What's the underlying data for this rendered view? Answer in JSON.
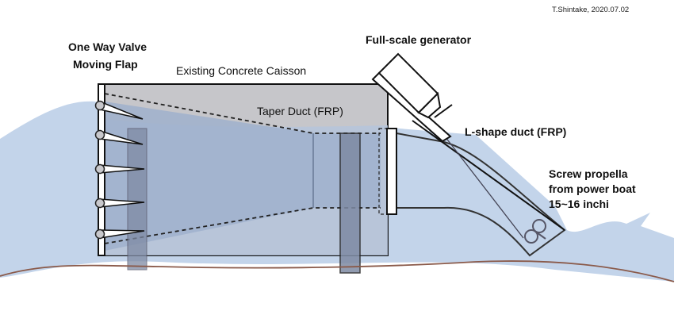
{
  "credit": "T.Shintake, 2020.07.02",
  "labels": {
    "valve_line1": "One Way Valve",
    "valve_line2": "Moving Flap",
    "caisson": "Existing Concrete Caisson",
    "taper_duct": "Taper Duct (FRP)",
    "generator": "Full-scale generator",
    "l_duct": "L-shape duct (FRP)",
    "propeller_line1": "Screw propella",
    "propeller_line2": "from power boat",
    "propeller_line3": "15~16 inchi"
  },
  "colors": {
    "water": "#c3d4ea",
    "caisson": "#c6c6ca",
    "duct_fill": "#9fb0cc",
    "pillar": "#7e8aa3",
    "seabed": "#8a5a4a",
    "outline": "#111111"
  },
  "flap_count": 5
}
